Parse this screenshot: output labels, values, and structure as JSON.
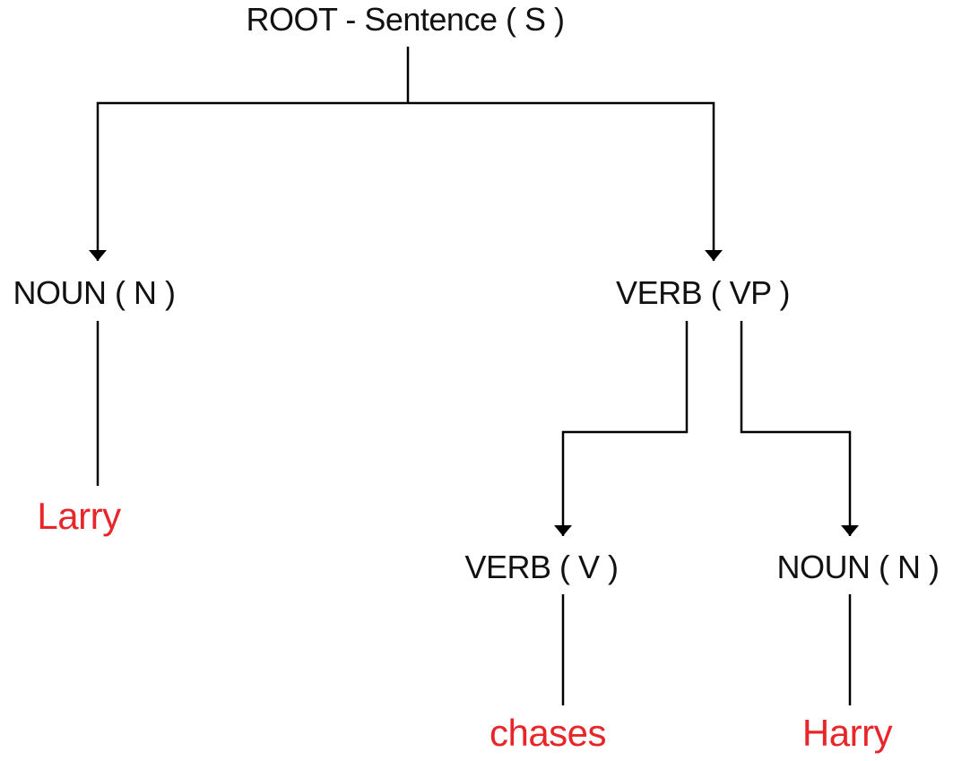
{
  "nodes": {
    "root": "ROOT - Sentence ( S )",
    "noun_n": "NOUN ( N )",
    "verb_vp": "VERB ( VP )",
    "verb_v": "VERB ( V )",
    "noun_n_2": "NOUN ( N )"
  },
  "leaves": {
    "larry": "Larry",
    "chases": "chases",
    "harry": "Harry"
  },
  "colors": {
    "line": "#000000",
    "text": "#111111",
    "leaf_word": "#e8262a"
  }
}
